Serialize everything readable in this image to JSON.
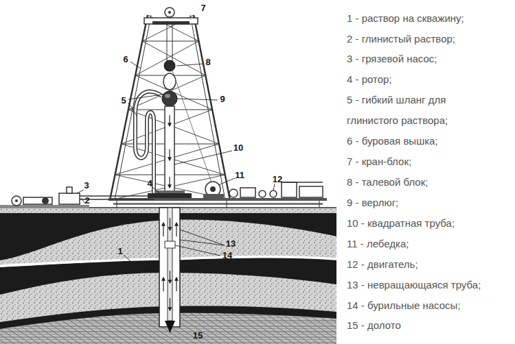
{
  "diagram": {
    "labels": [
      "7",
      "8",
      "6",
      "5",
      "9",
      "10",
      "11",
      "4",
      "3",
      "12",
      "2",
      "1",
      "13",
      "14",
      "15",
      "1 - раствор на скважину;",
      "2 - глинистый раствор;",
      "3 - грязевой насос;",
      "4 - ротор;",
      "5 - гибкий шланг для глинистого раствора;",
      "6 - буровая вышка;",
      "7 - кран-блок;",
      "8 - талевой блок;",
      "9 - верлюг;",
      "10 - квадратная труба;",
      "11 - лебедка;",
      "12 - двигатель;",
      "13 - невращающаяся труба;",
      "14 - бурильные насосы;",
      "15 - долото"
    ]
  }
}
